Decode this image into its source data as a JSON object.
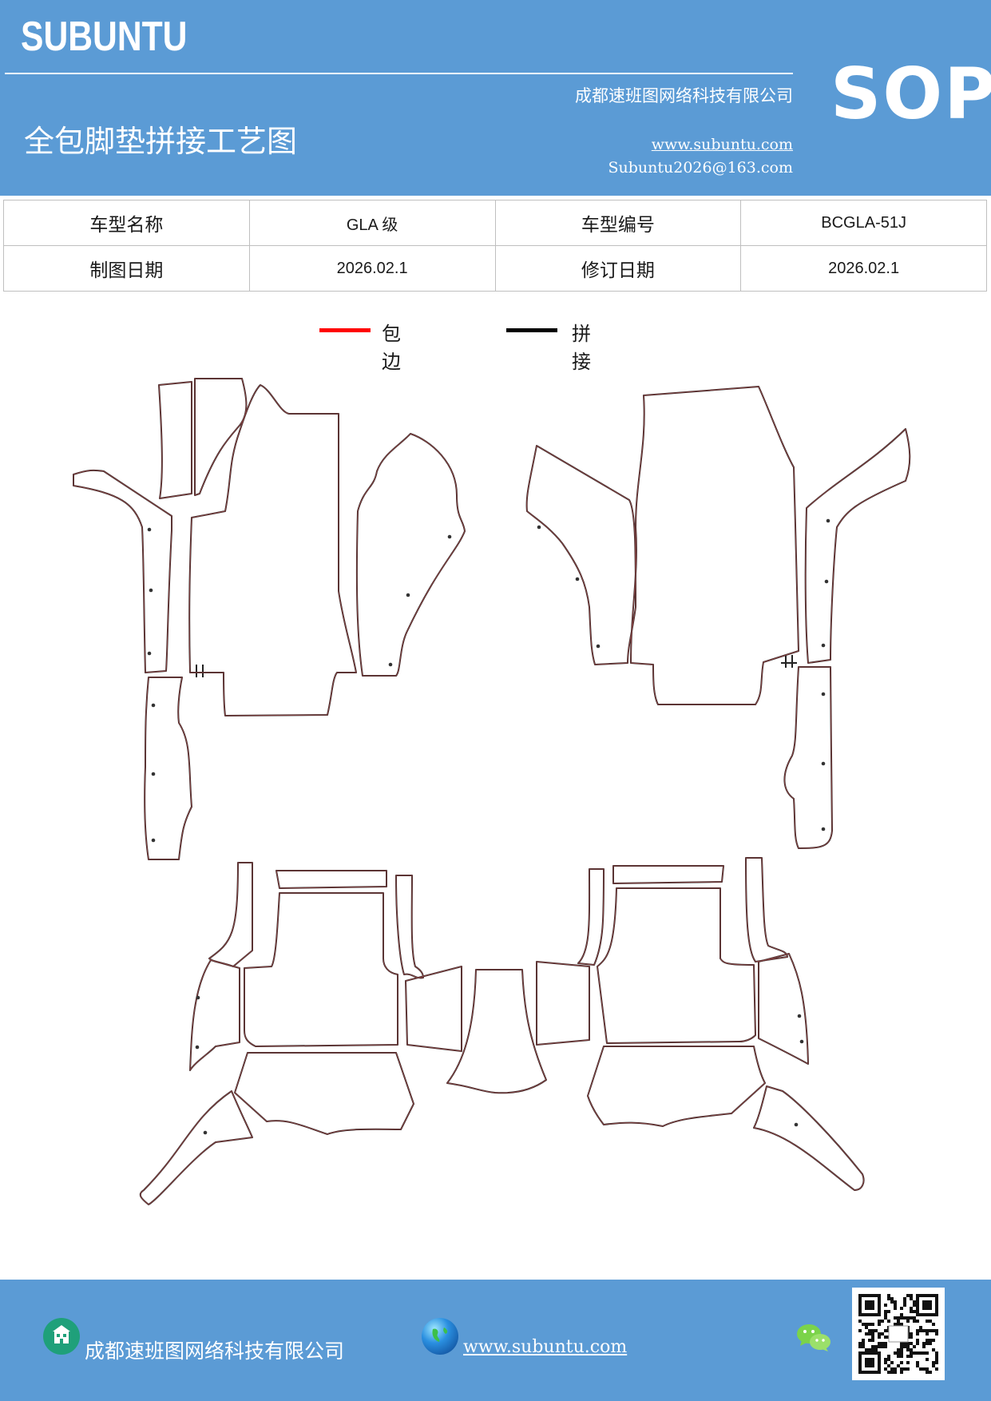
{
  "header": {
    "brand": "SUBUNTU",
    "sop_label": "SOP",
    "company": "成都速班图网络科技有限公司",
    "title": "全包脚垫拼接工艺图",
    "website": "www.subuntu.com",
    "email": "Subuntu2026@163.com"
  },
  "info_table": {
    "row1": {
      "model_name_label": "车型名称",
      "model_name_value": "GLA 级",
      "model_code_label": "车型编号",
      "model_code_value": "BCGLA-51J"
    },
    "row2": {
      "draw_date_label": "制图日期",
      "draw_date_value": "2026.02.1",
      "revise_date_label": "修订日期",
      "revise_date_value": "2026.02.1"
    }
  },
  "legend": {
    "items": [
      {
        "label": "包边",
        "color": "#ff0000"
      },
      {
        "label": "拼接",
        "color": "#000000"
      }
    ]
  },
  "drawing": {
    "edge_color": "#a04a4a",
    "seam_color": "#222222"
  },
  "footer": {
    "company": "成都速班图网络科技有限公司",
    "website": "www.subuntu.com"
  }
}
